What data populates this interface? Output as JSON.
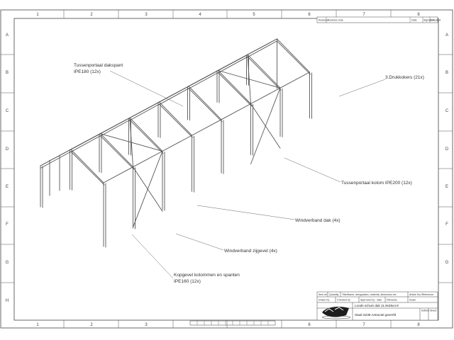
{
  "sheet": {
    "col_labels": [
      "1",
      "2",
      "3",
      "4",
      "5",
      "6",
      "7",
      "8"
    ],
    "row_labels": [
      "A",
      "B",
      "C",
      "D",
      "E",
      "F",
      "G",
      "H"
    ]
  },
  "revision_table": {
    "col_revision": "Revision",
    "col_revision_note": "Revision note",
    "col_date": "Date",
    "col_signature": "Signature",
    "col_checked": "Checked"
  },
  "annotations": [
    {
      "line1": "Tussenportaal dakspant",
      "line2": "IPE180 (12x)"
    },
    {
      "line1": "3.Drukkokers (21x)",
      "line2": ""
    },
    {
      "line1": "Tussenportaal kolom IPE200 (12x)",
      "line2": ""
    },
    {
      "line1": "Windverband dak (4x)",
      "line2": ""
    },
    {
      "line1": "Windverband zijgevel (4x)",
      "line2": ""
    },
    {
      "line1": "Kopgevel kolommen en spanten",
      "line2": "IPE160 (12x)"
    }
  ],
  "title_block": {
    "item": "Item ref",
    "quantity": "Quantity",
    "title_designation": "Title/Name, designation, material, dimension etc",
    "article_no": "Article No./Reference",
    "drawn_by": "Drawn by",
    "checked_by": "Checked by",
    "approved_by": "Approved by - date",
    "filename": "Filename",
    "scale": "Scale",
    "line1": "Loods schuin dak 11.9x35x4.9",
    "line2": "Staal S235 Antraciet geverfd",
    "edition": "Edition",
    "sheet": "Sheet"
  },
  "colors": {
    "frame": "#333333",
    "steel": "#555555",
    "leader": "#666666"
  }
}
